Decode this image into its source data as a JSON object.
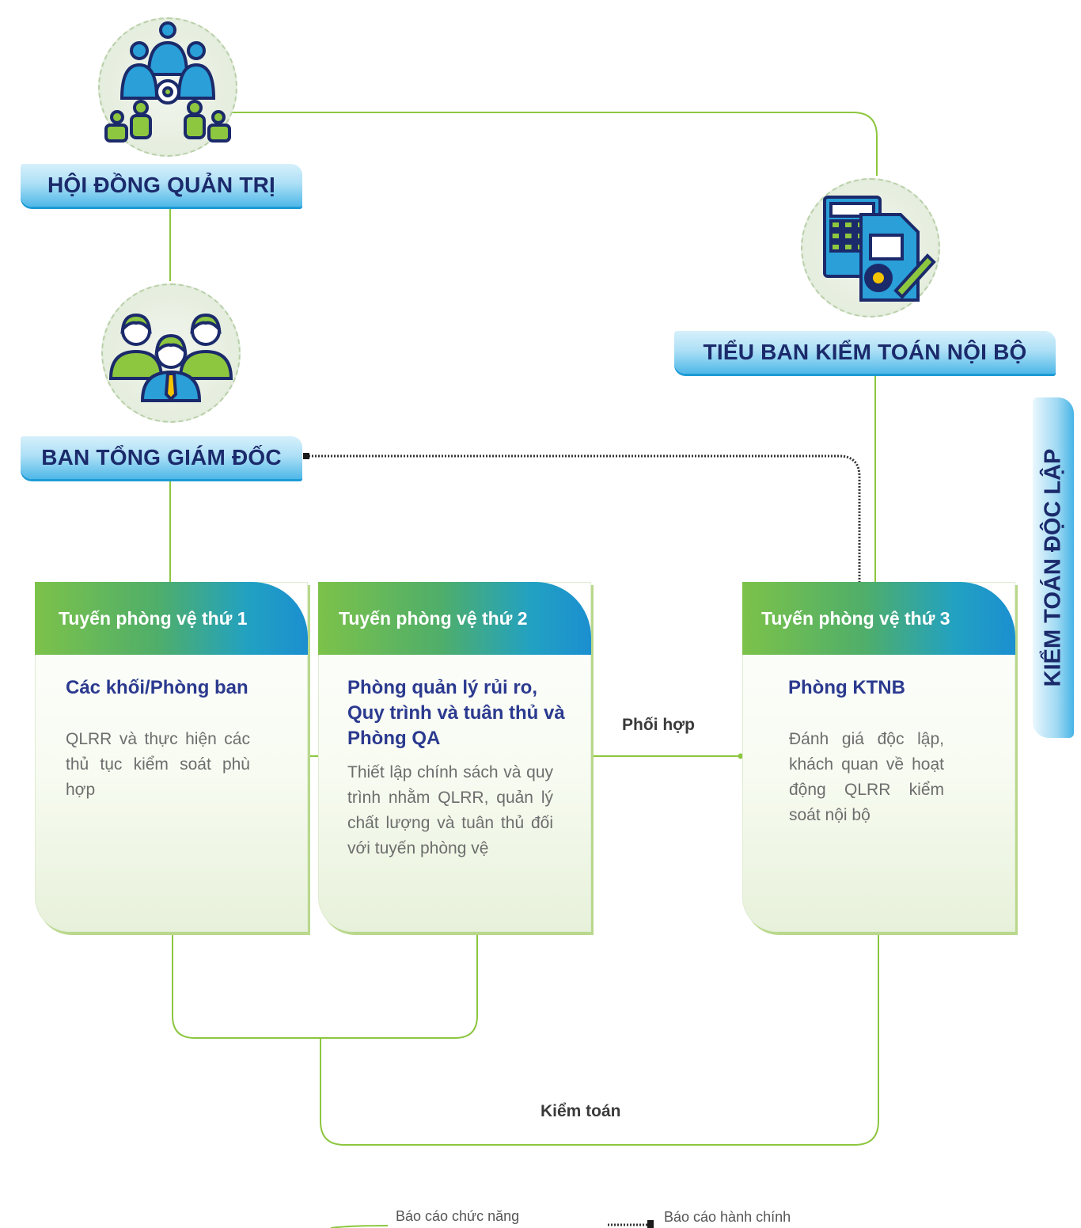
{
  "nodes": {
    "board": "HỘI ĐỒNG QUẢN TRỊ",
    "management": "BAN TỔNG GIÁM ĐỐC",
    "audit_committee": "TIỂU BAN KIỂM TOÁN NỘI BỘ",
    "independent_audit": "KIỂM TOÁN ĐỘC LẬP"
  },
  "cards": [
    {
      "header": "Tuyến phòng vệ thứ 1",
      "title": "Các khối/Phòng ban",
      "body": "QLRR và thực hiện các thủ tục kiểm soát phù hợp"
    },
    {
      "header": "Tuyến phòng vệ thứ 2",
      "title": "Phòng quản lý rủi ro, Quy trình và tuân thủ và Phòng QA",
      "body": "Thiết lập chính sách và quy trình nhằm QLRR, quản lý chất lượng và tuân thủ đối với tuyến phòng vệ"
    },
    {
      "header": "Tuyến phòng vệ thứ 3",
      "title": "Phòng KTNB",
      "body": "Đánh giá độc lập, khách quan về hoạt động QLRR kiểm soát nội bộ"
    }
  ],
  "connectors": {
    "coordination": "Phối hợp",
    "audit": "Kiểm toán"
  },
  "legend": {
    "functional": "Báo cáo chức năng",
    "administrative": "Báo cáo hành chính"
  },
  "colors": {
    "functional_line": "#8dc63f",
    "administrative_line": "#333333",
    "ribbon_blue": "#1d9bd6",
    "title_navy": "#1b2a6b"
  },
  "icons": {
    "board": "people-network-icon",
    "management": "executives-icon",
    "audit_committee": "audit-documents-icon"
  }
}
